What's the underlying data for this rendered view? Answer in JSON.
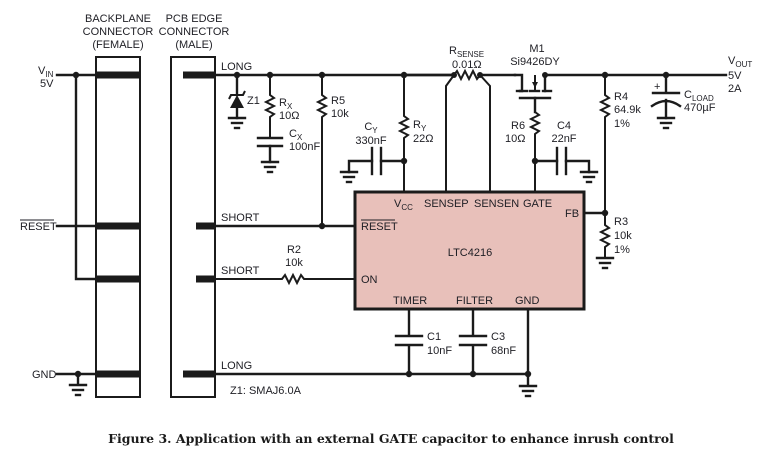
{
  "connectors": {
    "backplane": {
      "line1": "BACKPLANE",
      "line2": "CONNECTOR",
      "line3": "(FEMALE)"
    },
    "pcb_edge": {
      "line1": "PCB EDGE",
      "line2": "CONNECTOR",
      "line3": "(MALE)"
    }
  },
  "nets": {
    "vin": {
      "name": "V",
      "sub": "IN",
      "value": "5V"
    },
    "reset": "RESET",
    "gnd": "GND",
    "vout": {
      "name": "V",
      "sub": "OUT",
      "value": "5V",
      "current": "2A"
    }
  },
  "pin_lengths": {
    "vin": "LONG",
    "reset": "SHORT",
    "on": "SHORT",
    "gnd": "LONG"
  },
  "components": {
    "z1": {
      "ref": "Z1",
      "note": "Z1: SMAJ6.0A"
    },
    "rx": {
      "ref": "R",
      "sub": "X",
      "value": "10Ω"
    },
    "cx": {
      "ref": "C",
      "sub": "X",
      "value": "100nF"
    },
    "r5": {
      "ref": "R5",
      "value": "10k"
    },
    "cy": {
      "ref": "C",
      "sub": "Y",
      "value": "330nF"
    },
    "ry": {
      "ref": "R",
      "sub": "Y",
      "value": "22Ω"
    },
    "rsense": {
      "ref": "R",
      "sub": "SENSE",
      "value": "0.01Ω"
    },
    "m1": {
      "ref": "M1",
      "value": "Si9426DY"
    },
    "r6": {
      "ref": "R6",
      "value": "10Ω"
    },
    "c4": {
      "ref": "C4",
      "value": "22nF"
    },
    "r4": {
      "ref": "R4",
      "value": "64.9k",
      "tol": "1%"
    },
    "cload": {
      "ref": "C",
      "sub": "LOAD",
      "value": "470µF"
    },
    "r3": {
      "ref": "R3",
      "value": "10k",
      "tol": "1%"
    },
    "r2": {
      "ref": "R2",
      "value": "10k"
    },
    "c1": {
      "ref": "C1",
      "value": "10nF"
    },
    "c3": {
      "ref": "C3",
      "value": "68nF"
    }
  },
  "ic": {
    "name": "LTC4216",
    "fill": "#e8c0ba",
    "pins": {
      "vcc": {
        "name": "V",
        "sub": "CC"
      },
      "sensep": "SENSEP",
      "sensen": "SENSEN",
      "gate": "GATE",
      "fb": "FB",
      "reset": "RESET",
      "on": "ON",
      "timer": "TIMER",
      "filter": "FILTER",
      "gnd": "GND"
    }
  },
  "caption": "Figure 3. Application with an external GATE capacitor to enhance inrush control"
}
